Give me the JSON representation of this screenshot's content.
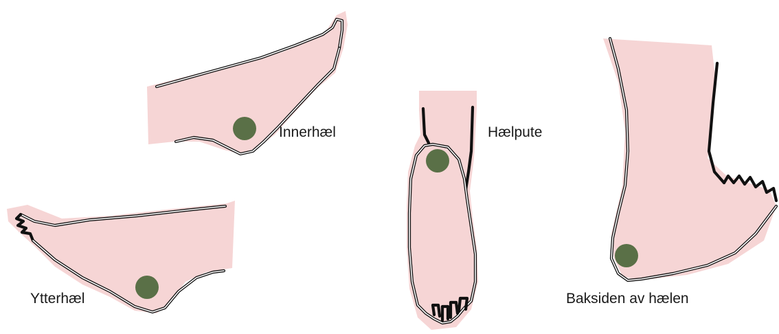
{
  "labels": {
    "inner_heel": "Innerhæl",
    "outer_heel": "Ytterhæl",
    "heel_pad": "Hælpute",
    "back_of_heel": "Baksiden av hælen"
  },
  "colors": {
    "skin": "#f6d5d5",
    "outline": "#111111",
    "marker": "#5a7047",
    "background": "#ffffff"
  },
  "figures": [
    {
      "view": "inner side of foot",
      "marker_label": "Innerhæl"
    },
    {
      "view": "outer side of foot",
      "marker_label": "Ytterhæl"
    },
    {
      "view": "sole of foot",
      "marker_label": "Hælpute"
    },
    {
      "view": "back side of leg and foot",
      "marker_label": "Baksiden av hælen"
    }
  ]
}
